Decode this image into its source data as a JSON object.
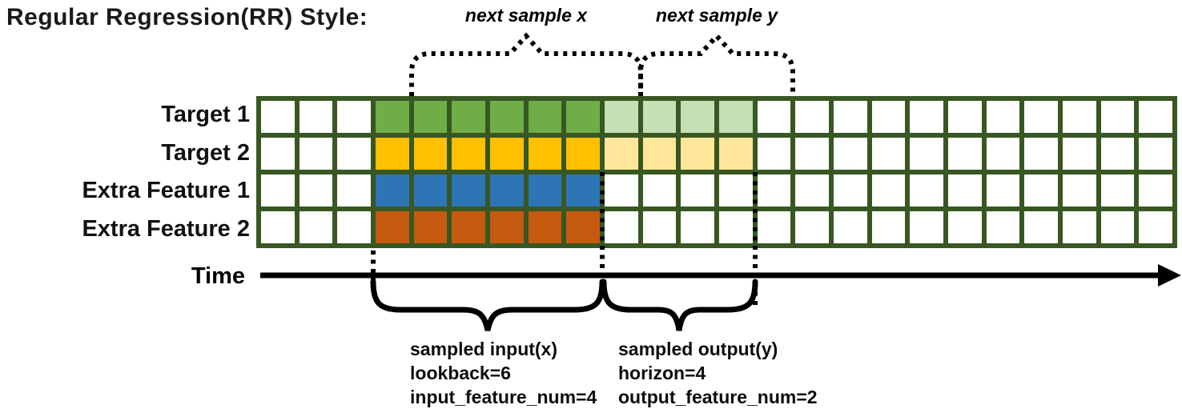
{
  "title": "Regular Regression(RR) Style:",
  "top_annotations": [
    {
      "label": "next sample x"
    },
    {
      "label": "next sample y"
    }
  ],
  "rows": [
    {
      "label": "Target 1",
      "input_color": "#70AD47",
      "output_color": "#C5E0B4",
      "has_output": true
    },
    {
      "label": "Target 2",
      "input_color": "#FFC000",
      "output_color": "#FFE699",
      "has_output": true
    },
    {
      "label": "Extra Feature 1",
      "input_color": "#2E75B6",
      "output_color": null,
      "has_output": false
    },
    {
      "label": "Extra Feature 2",
      "input_color": "#C55A11",
      "output_color": null,
      "has_output": false
    }
  ],
  "grid": {
    "total_columns": 24,
    "lead_empty_columns": 3,
    "input_columns": 6,
    "output_columns": 4,
    "line_color": "#385723",
    "empty_cell_color": "#FFFFFF"
  },
  "time_axis": {
    "label": "Time"
  },
  "bottom_annotations": [
    {
      "lines": [
        "sampled input(x)",
        "lookback=6",
        "input_feature_num=4"
      ]
    },
    {
      "lines": [
        "sampled output(y)",
        "horizon=4",
        "output_feature_num=2"
      ]
    }
  ]
}
